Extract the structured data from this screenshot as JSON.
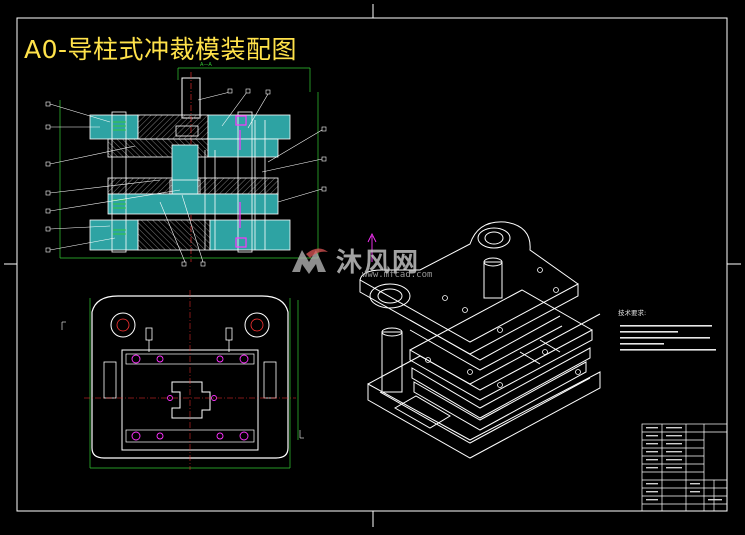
{
  "drawing": {
    "title": "A0-导柱式冲裁模装配图",
    "tech_requirements_heading": "技术要求:",
    "watermark_brand": "沐风网",
    "watermark_url": "www.mfcad.com"
  },
  "colors": {
    "background": "#000000",
    "frame": "#ffffff",
    "title": "#ffe24a",
    "section_fill": "#2ea3a3",
    "hatch": "#c8c8c8",
    "magenta": "#ff33ff",
    "dimension": "#33cc33",
    "leader": "#ffffff"
  },
  "icons": [
    "mfcad-logo-icon"
  ]
}
